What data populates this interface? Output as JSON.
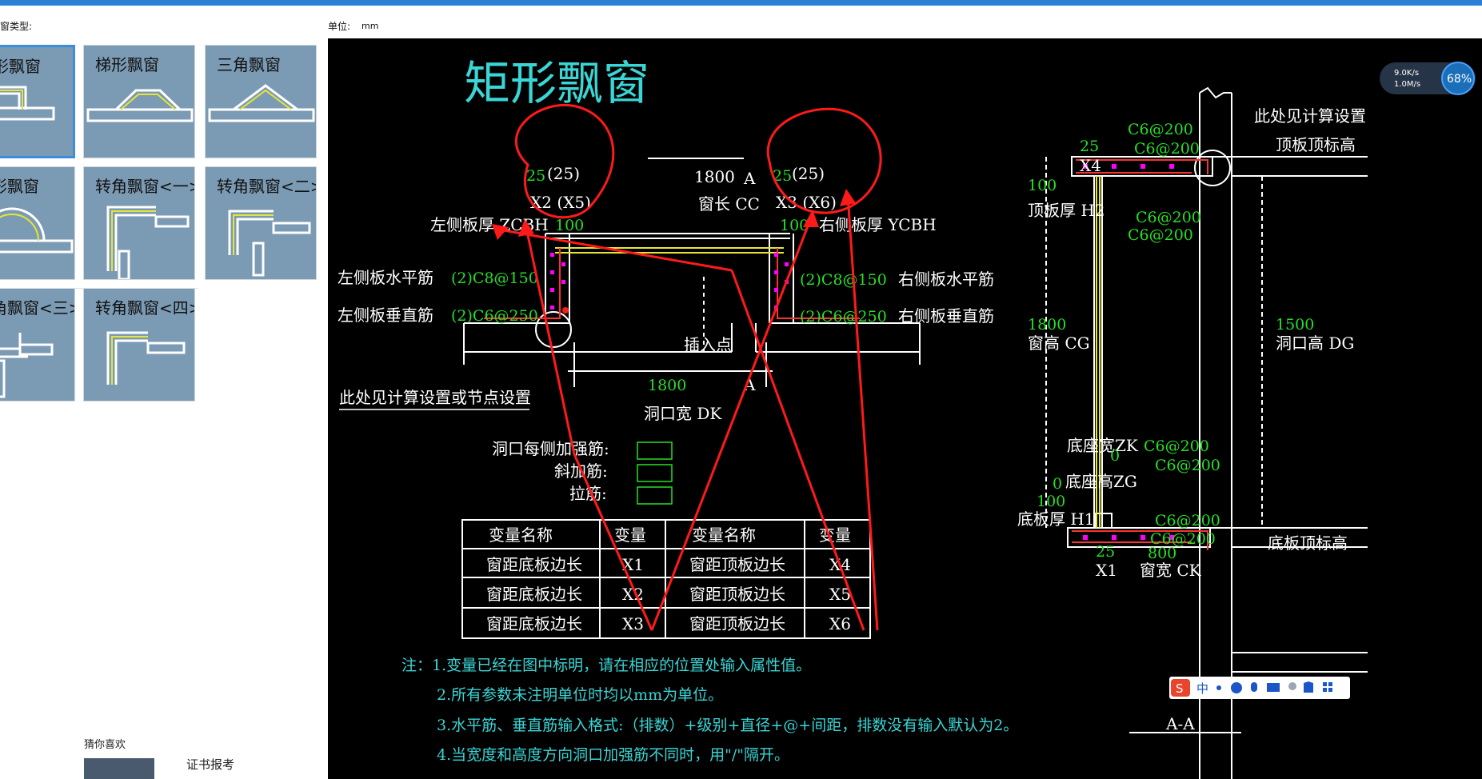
{
  "header": {
    "type_label": "窗类型:",
    "unit_label": "单位:",
    "unit_value": "mm"
  },
  "tiles": [
    {
      "label": "矩形飘窗",
      "selected": true
    },
    {
      "label": "梯形飘窗",
      "selected": false
    },
    {
      "label": "三角飘窗",
      "selected": false
    },
    {
      "label": "弧形飘窗",
      "selected": false
    },
    {
      "label": "转角飘窗<一>",
      "selected": false
    },
    {
      "label": "转角飘窗<二>",
      "selected": false
    },
    {
      "label": "转角飘窗<三>",
      "selected": false
    },
    {
      "label": "转角飘窗<四>",
      "selected": false
    }
  ],
  "sidebar": {
    "guess_label": "猜你喜欢",
    "cert_label": "证书报考"
  },
  "drawing": {
    "title": "矩形飘窗",
    "plan": {
      "dim_25": "25",
      "dim_25p": "(25)",
      "x2x5": "X2 (X5)",
      "x3x6": "X3 (X6)",
      "dim_1800_top": "1800",
      "window_len": "窗长 CC",
      "left_thick": "左侧板厚 ZCBH",
      "right_thick": "右侧板厚 YCBH",
      "dim_100": "100",
      "left_h": "左侧板水平筋",
      "left_h_val": "(2)C8@150",
      "left_v": "左侧板垂直筋",
      "left_v_val": "(2)C6@250",
      "right_h_val": "(2)C8@150",
      "right_h": "右侧板水平筋",
      "right_v_val": "(2)C6@250",
      "right_v": "右侧板垂直筋",
      "insert_point": "插入点",
      "section_mark": "A",
      "dim_1800_bottom": "1800",
      "opening_width": "洞口宽 DK",
      "calc_note": "此处见计算设置或节点设置"
    },
    "reinforce": {
      "each_side": "洞口每侧加强筋:",
      "diagonal": "斜加筋:",
      "tie": "拉筋:"
    },
    "table": {
      "headers": [
        "变量名称",
        "变量",
        "变量名称",
        "变量"
      ],
      "rows": [
        [
          "窗距底板边长",
          "X1",
          "窗距顶板边长",
          "X4"
        ],
        [
          "窗距底板边长",
          "X2",
          "窗距顶板边长",
          "X5"
        ],
        [
          "窗距底板边长",
          "X3",
          "窗距顶板边长",
          "X6"
        ]
      ]
    },
    "notes": [
      "注：1.变量已经在图中标明，请在相应的位置处输入属性值。",
      "2.所有参数未注明单位时均以mm为单位。",
      "3.水平筋、垂直筋输入格式:（排数）+级别+直径+@+间距，排数没有输入默认为2。",
      "4.当宽度和高度方向洞口加强筋不同时，用\"/\"隔开。"
    ],
    "section": {
      "calc_note": "此处见计算设置",
      "top_elev": "顶板顶标高",
      "x4_25": "25",
      "x4": "X4",
      "c6_1": "C6@200",
      "c6_2": "C6@200",
      "t100": "100",
      "top_thick": "顶板厚 H2",
      "c6_3": "C6@200",
      "c6_4": "C6@200",
      "h1800": "1800",
      "win_h": "窗高 CG",
      "h1500": "1500",
      "open_h": "洞口高 DG",
      "base_w": "底座宽ZK",
      "zero1": "0",
      "zero2": "0",
      "base_h": "底座高ZG",
      "c6_5": "C6@200",
      "c6_6": "C6@200",
      "b100": "100",
      "bot_thick": "底板厚 H1",
      "c6_7": "C6@200",
      "c6_8": "C6@200",
      "bot_elev": "底板顶标高",
      "x1_25": "25",
      "x1": "X1",
      "w800": "800",
      "win_w": "窗宽 CK",
      "aa": "A-A"
    }
  },
  "network": {
    "up": "9.0K/s",
    "down": "1.0M/s",
    "percent": "68%"
  },
  "ime": {
    "lang": "中"
  }
}
